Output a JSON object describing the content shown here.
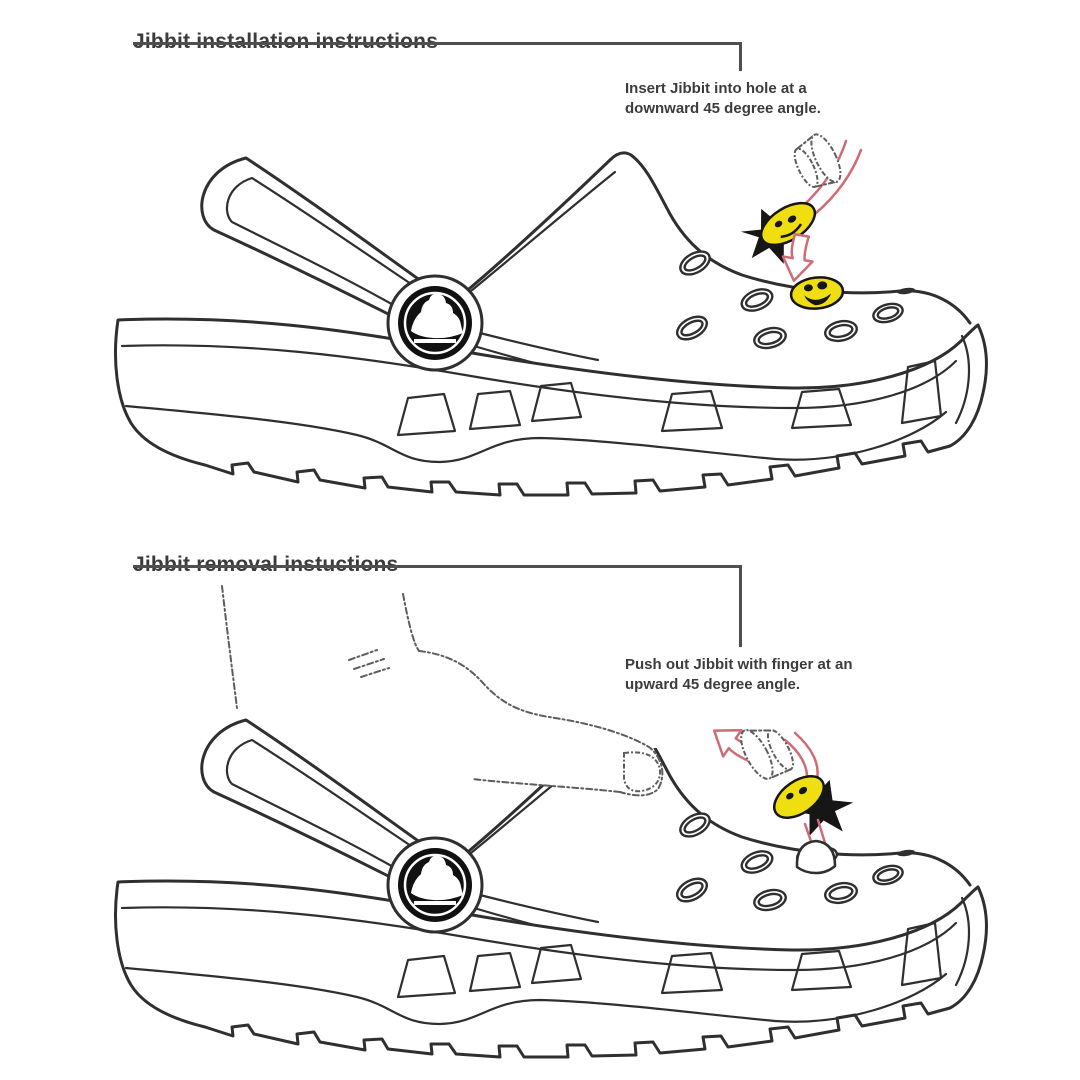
{
  "sections": [
    {
      "heading": "Jibbit installation instructions",
      "caption": [
        "Insert Jibbit into hole at a",
        "downward 45 degree angle."
      ]
    },
    {
      "heading": "Jibbit removal instuctions",
      "caption": [
        "Push out Jibbit with finger at an",
        "upward 45 degree angle."
      ]
    }
  ],
  "colors": {
    "background": "#ffffff",
    "line_art": "#2f2f2f",
    "sketch_gray": "#5d5d5d",
    "bracket_gray": "#4f4f4f",
    "heading_text": "#3b3b3b",
    "caption_text": "#3c3c3c",
    "jibbit_yellow": "#f0df10",
    "arrow_red": "#cf6b76",
    "logo_black": "#111111"
  },
  "icons": [
    "crocs-logo-button",
    "smiley-jibbit",
    "down-arrow-icon",
    "up-arrow-icon",
    "jibbit-side-view"
  ]
}
